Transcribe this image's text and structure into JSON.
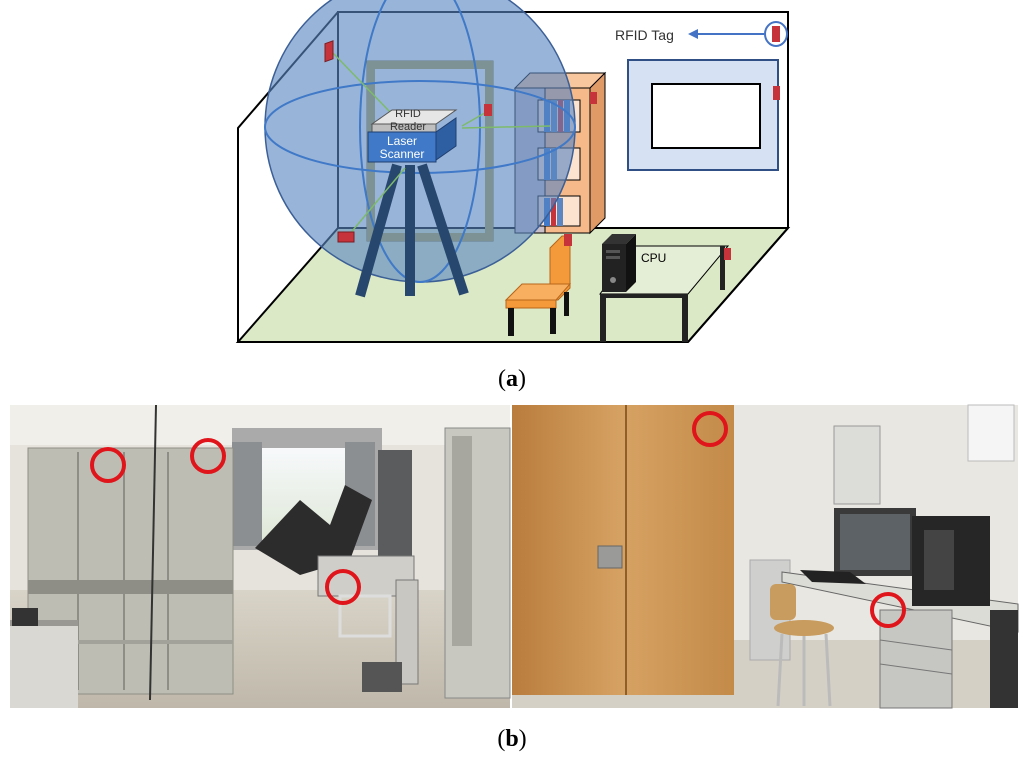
{
  "figure_a": {
    "caption_open": "(",
    "caption_letter": "a",
    "caption_close": ")",
    "labels": {
      "rfid_tag": "RFID Tag",
      "rfid_reader_line1": "RFID",
      "rfid_reader_line2": "Reader",
      "laser_line1": "Laser",
      "laser_line2": "Scanner",
      "cpu": "CPU"
    },
    "colors": {
      "floor": "#dbe9c6",
      "sphere": "#5b86c2",
      "door_frame": "#8a7d35",
      "shelf": "#f6b98a",
      "chair": "#f59a3a",
      "scanner": "#3f79c7",
      "tag": "#c6333b",
      "tripod": "#28476e",
      "arrow": "#4472c4"
    }
  },
  "figure_b": {
    "caption_open": "(",
    "caption_letter": "b",
    "caption_close": ")",
    "colors": {
      "marker": "#e0141b",
      "cabinet": "#bdbdb4",
      "door": "#c9924d",
      "wall": "#e9e7e1",
      "floor": "#cfc9bd"
    }
  }
}
